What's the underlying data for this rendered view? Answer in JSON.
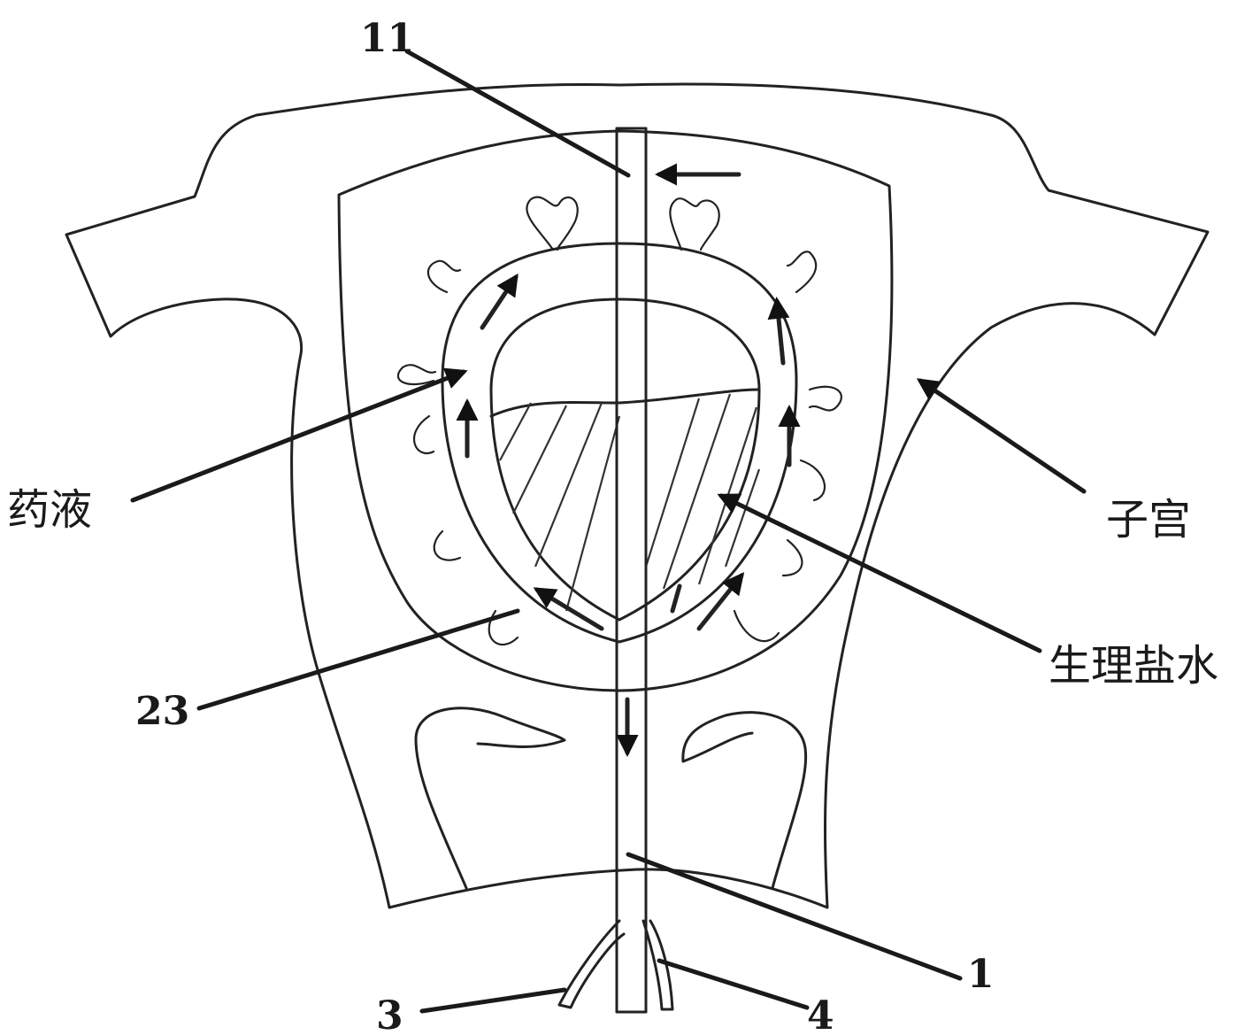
{
  "labels": {
    "l11": "11",
    "l1": "1",
    "l3": "3",
    "l4": "4",
    "l23": "23",
    "medicine": "药液",
    "uterus": "子宫",
    "saline": "生理盐水"
  },
  "colors": {
    "line": "#222222",
    "background": "#ffffff"
  }
}
